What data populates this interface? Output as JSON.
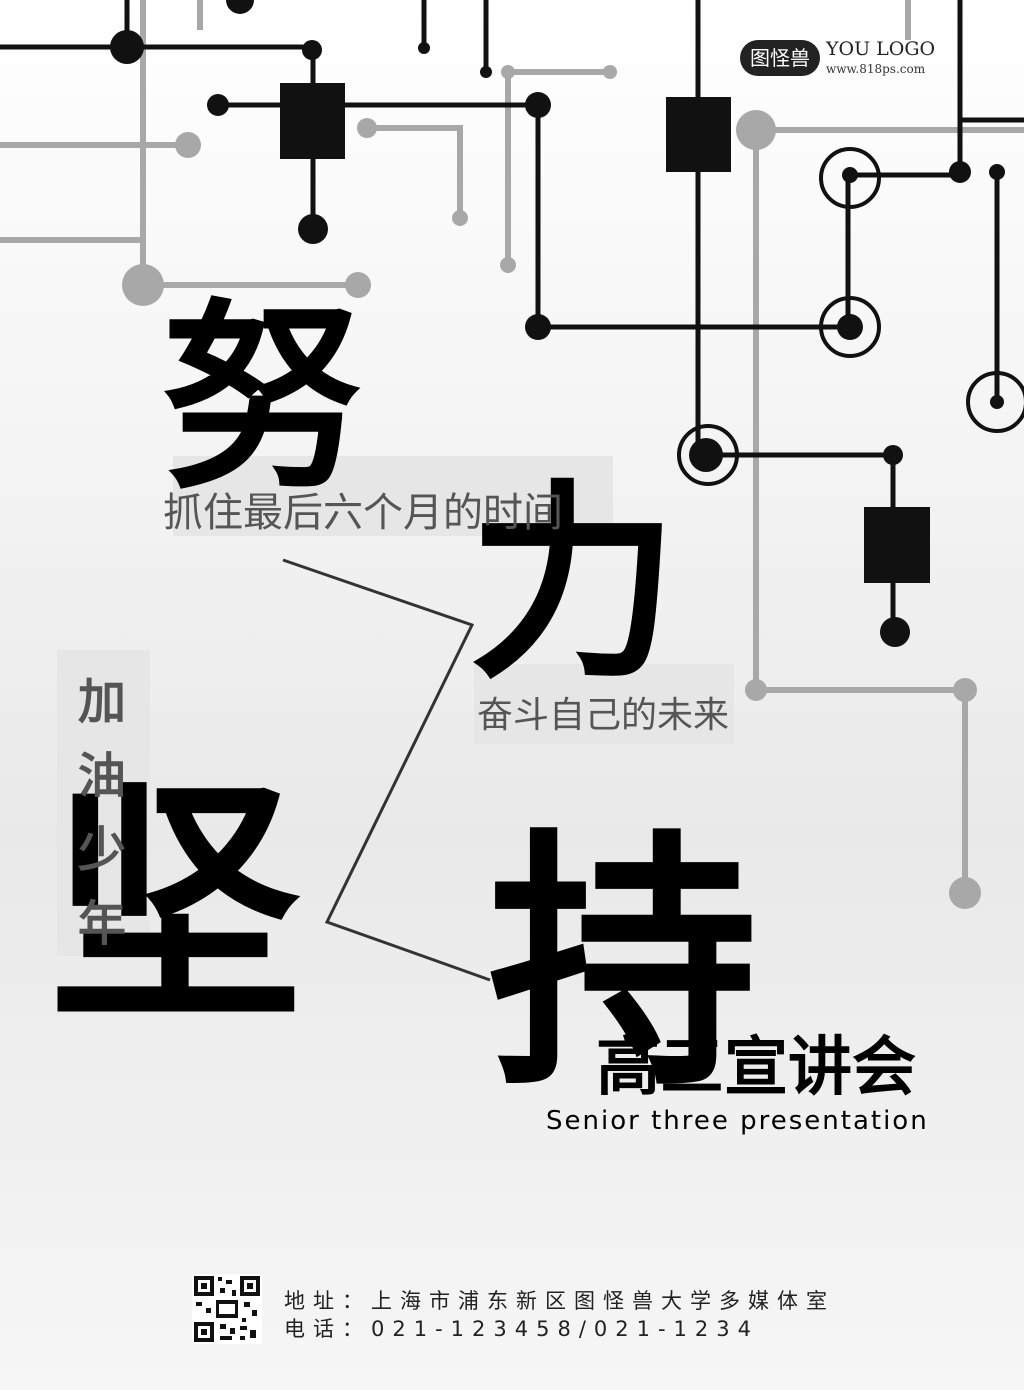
{
  "brand": {
    "badge": "图怪兽",
    "name": "YOU LOGO",
    "url": "www.818ps.com"
  },
  "headline": {
    "char1": "努",
    "char2": "力",
    "char3": "坚",
    "char4": "持"
  },
  "subtexts": {
    "line1": "抓住最后六个月的时间",
    "line2": "奋斗自己的未来",
    "vertical": "加油少年"
  },
  "event": {
    "title": "高三宣讲会",
    "english": "Senior three presentation"
  },
  "footer": {
    "address": "地址：上海市浦东新区图怪兽大学多媒体室",
    "phone": "电话：021-123458/021-1234"
  },
  "colors": {
    "dark": "#111111",
    "gray": "#a8a8a8",
    "background": "#f3f3f3"
  },
  "icons": {
    "qr": "qr-code-icon"
  }
}
